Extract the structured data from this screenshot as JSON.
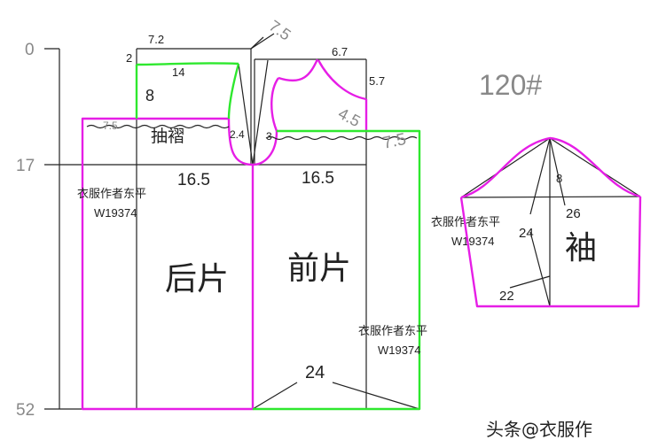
{
  "scale": {
    "top": "0",
    "mid": "17",
    "bottom": "52"
  },
  "size_label": "120#",
  "measurements": {
    "back_neck_width": "7.2",
    "back_neck_depth": "2",
    "back_shoulder": "14",
    "back_armhole_depth": "8",
    "dart_top": "7.5",
    "front_neck_width": "6.7",
    "front_neck_depth": "5.7",
    "front_shoulder": "4.5",
    "gather_left": "7.5",
    "gather_right": "7.5",
    "back_armhole": "2.4",
    "front_armhole": "3",
    "back_chest": "16.5",
    "front_chest": "16.5",
    "hem": "24",
    "sleeve_cap_height": "8",
    "sleeve_width": "26",
    "sleeve_length": "24",
    "sleeve_cuff": "22"
  },
  "text": {
    "gather": "抽褶",
    "back_piece": "后片",
    "front_piece": "前片",
    "sleeve": "袖",
    "author_name": "衣服作者东平",
    "author_id": "W19374",
    "watermark": "头条@衣服作"
  },
  "colors": {
    "outline": "#222222",
    "magenta": "#e61ee6",
    "green": "#2ee82e"
  }
}
